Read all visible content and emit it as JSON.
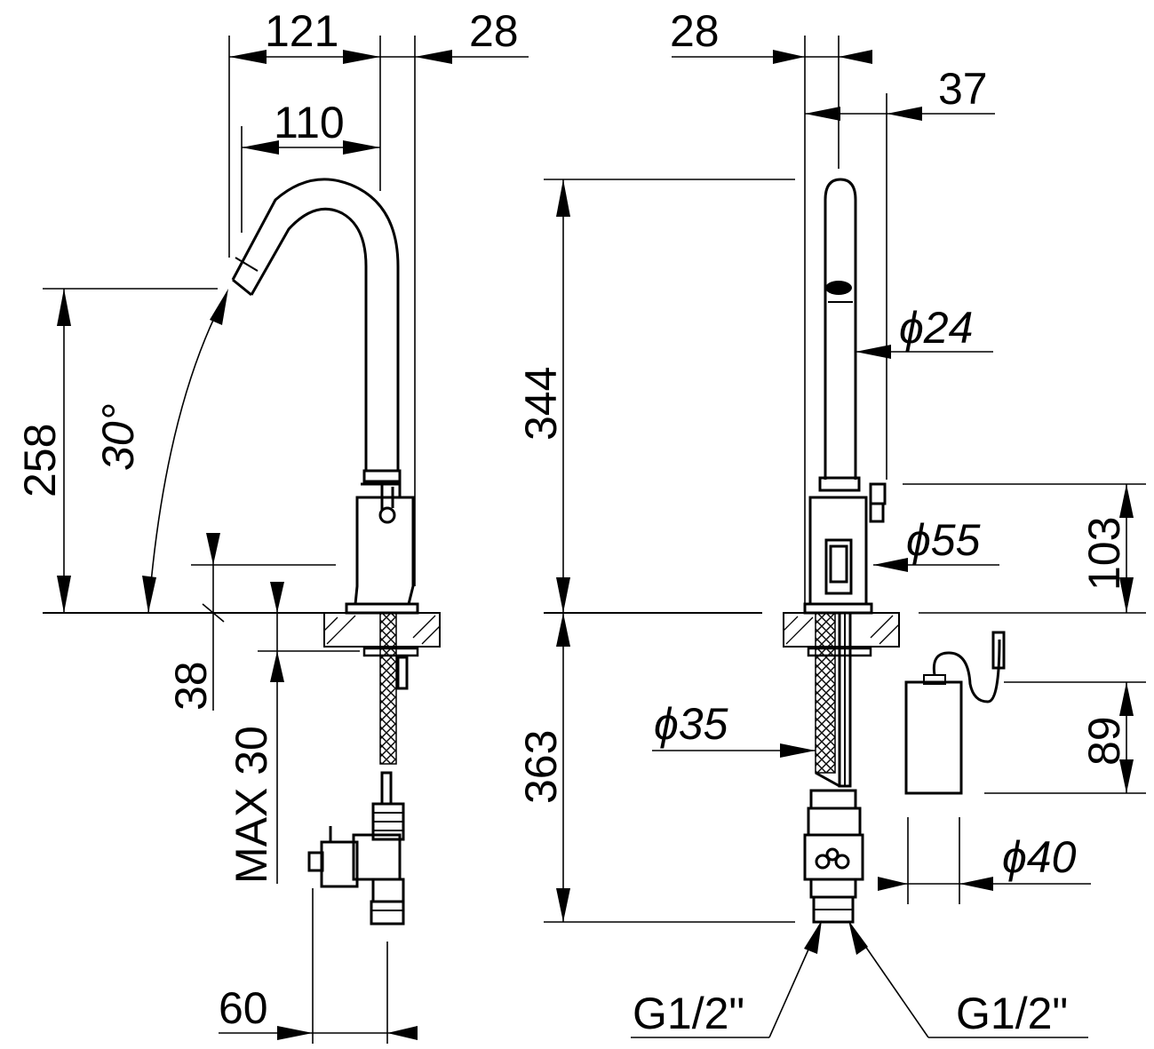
{
  "side_view": {
    "dim_spout_reach": "121",
    "dim_top_right": "28",
    "dim_outlet_reach": "110",
    "dim_outlet_height": "258",
    "dim_angle": "30°",
    "dim_deck_thickness": "38",
    "dim_max_deck": "MAX 30",
    "dim_valve_offset": "60"
  },
  "front_view": {
    "dim_top_width": "28",
    "dim_spout_width": "37",
    "dim_spout_diameter": "ϕ24",
    "dim_total_height": "344",
    "dim_body_height": "103",
    "dim_body_diameter": "ϕ55",
    "dim_under_deck": "363",
    "dim_hose_diameter": "ϕ35",
    "dim_box_height": "89",
    "dim_box_diameter": "ϕ40",
    "thread_left": "G1/2\"",
    "thread_right": "G1/2\""
  }
}
